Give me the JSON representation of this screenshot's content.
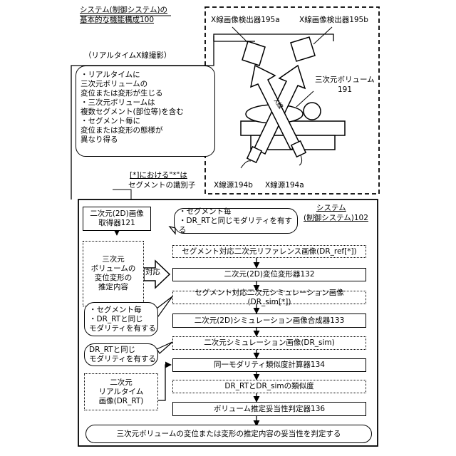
{
  "title": {
    "line1": "システム(制御システム)の",
    "line2": "基本的な機能構成100"
  },
  "realtime_label": "（リアルタイムX線撮影）",
  "detector_a": "X線画像検出器195a",
  "detector_b": "X線画像検出器195b",
  "volume_label": {
    "line1": "三次元ボリューム",
    "line2": "191"
  },
  "xray_beam_label": "X線",
  "source_b": "X線源194b",
  "source_a": "X線源194a",
  "bubble_notes": "・リアルタイムに\n三次元ボリュームの\n変位または変形が生じる\n・三次元ボリュームは\n複数セグメント(部位等)を含む\n・セグメント毎に\n変位または変形の態様が\n異なり得る",
  "segment_note": {
    "line1": "[*]における\"*\"は",
    "line2": "セグメントの識別子"
  },
  "system_label": {
    "line1": "システム",
    "line2": "(制御システム)102"
  },
  "image_acquirer": {
    "line1": "二次元(2D)画像",
    "line2": "取得器121"
  },
  "top_note": "・セグメント毎\n・DR_RTと同じモダリティを有する",
  "estimate_box": "三次元\nボリュームの\n変位変形の\n推定内容",
  "correspond_label": "対応",
  "dr_ref": "セグメント対応二次元リファレンス画像(DR_ref[*])",
  "deformer": "二次元(2D)変位変形器132",
  "dr_sim_seg": "セグメント対応二次元シミュレーション画像(DR_sim[*])",
  "left_note1": "・セグメント毎\n・DR_RTと同じ\nモダリティを有する",
  "composer": "二次元(2D)シミュレーション画像合成器133",
  "dr_sim": "二次元シミュレーション画像(DR_sim)",
  "left_note2": "DR_RTと同じ\nモダリティを有する",
  "similarity_calc": "同一モダリティ類似度計算器134",
  "similarity": "DR_RTとDR_simの類似度",
  "realtime_image": "二次元\nリアルタイム\n画像(DR_RT)",
  "validity_judge": "ボリューム推定妥当性判定器136",
  "final_output": "三次元ボリュームの変位または変形の推定内容の妥当性を判定する"
}
